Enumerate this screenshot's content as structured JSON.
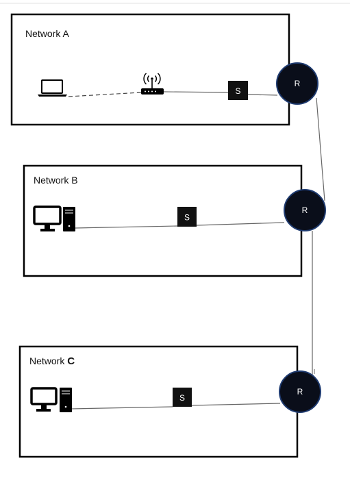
{
  "networks": [
    {
      "label": "Network A",
      "switch_label": "S",
      "router_label": "R"
    },
    {
      "label": "Network B",
      "switch_label": "S",
      "router_label": "R"
    },
    {
      "label": "Network ",
      "label_emphasis": "C",
      "switch_label": "S",
      "router_label": "R"
    }
  ],
  "devices": {
    "network_a": [
      "laptop-icon",
      "wireless-access-point-icon"
    ],
    "network_b": [
      "desktop-computer-icon"
    ],
    "network_c": [
      "desktop-computer-icon"
    ]
  },
  "colors": {
    "outline": "#000000",
    "router_fill": "#0a0e1a",
    "router_stroke": "#1f3b70",
    "switch_fill": "#111111",
    "wire": "#666666"
  }
}
